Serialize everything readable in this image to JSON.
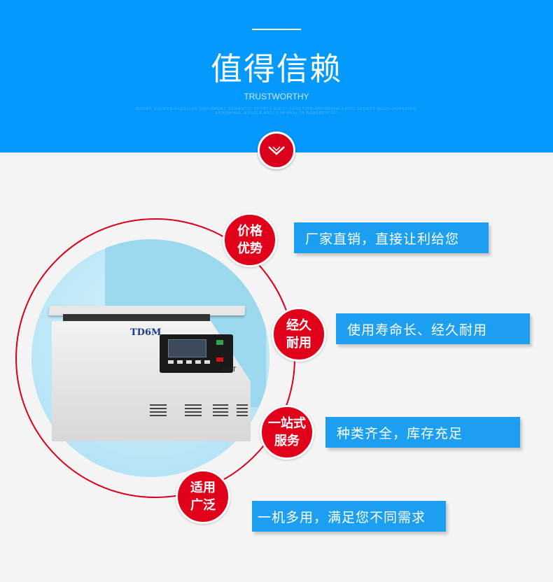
{
  "header": {
    "title": "值得信赖",
    "subtitle": "TRUSTWORTHY",
    "tagline": "BOARD SIT-UPS EXERCISE EQUIPMENT DOMESTIC SPORTS MULTI-FUNCTION ABDOMINALESTIC SPORTS MULTI-FUNCTION ABDOMINAL MUSCLE BELLY IN HEALTH WEBESTIC SP"
  },
  "product": {
    "model": "TD6M",
    "brand": "KaiT"
  },
  "features": [
    {
      "badge": "价格\n优势",
      "text": "厂家直销，直接让利给您"
    },
    {
      "badge": "经久\n耐用",
      "text": "使用寿命长、经久耐用"
    },
    {
      "badge": "一站式\n服务",
      "text": "种类齐全，库存充足"
    },
    {
      "badge": "适用\n广泛",
      "text": "一机多用，满足您不同需求"
    }
  ],
  "colors": {
    "blue": "#0399fd",
    "red": "#e00019"
  }
}
